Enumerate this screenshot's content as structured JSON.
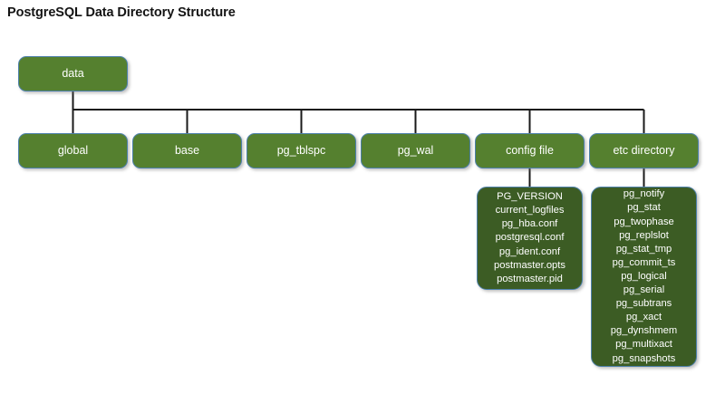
{
  "title": "PostgreSQL Data Directory Structure",
  "theme": {
    "background": "#ffffff",
    "node_fill": "#55802f",
    "leaf_fill": "#3c5c24",
    "node_border": "#4d80aa",
    "node_text": "#ffffff",
    "connector": "#1a1a1a",
    "title_color": "#141414"
  },
  "tree": {
    "root": {
      "label": "data"
    },
    "children": [
      {
        "label": "global"
      },
      {
        "label": "base"
      },
      {
        "label": "pg_tblspc"
      },
      {
        "label": "pg_wal"
      },
      {
        "label": "config file"
      },
      {
        "label": "etc directory"
      }
    ]
  },
  "leaf_lists": {
    "config_file": {
      "parent": "config file",
      "items": [
        "PG_VERSION",
        "current_logfiles",
        "pg_hba.conf",
        "postgresql.conf",
        "pg_ident.conf",
        "postmaster.opts",
        "postmaster.pid"
      ]
    },
    "etc_directory": {
      "parent": "etc directory",
      "items": [
        "pg_notify",
        "pg_stat",
        "pg_twophase",
        "pg_replslot",
        "pg_stat_tmp",
        "pg_commit_ts",
        "pg_logical",
        "pg_serial",
        "pg_subtrans",
        "pg_xact",
        "pg_dynshmem",
        "pg_multixact",
        "pg_snapshots"
      ]
    }
  }
}
